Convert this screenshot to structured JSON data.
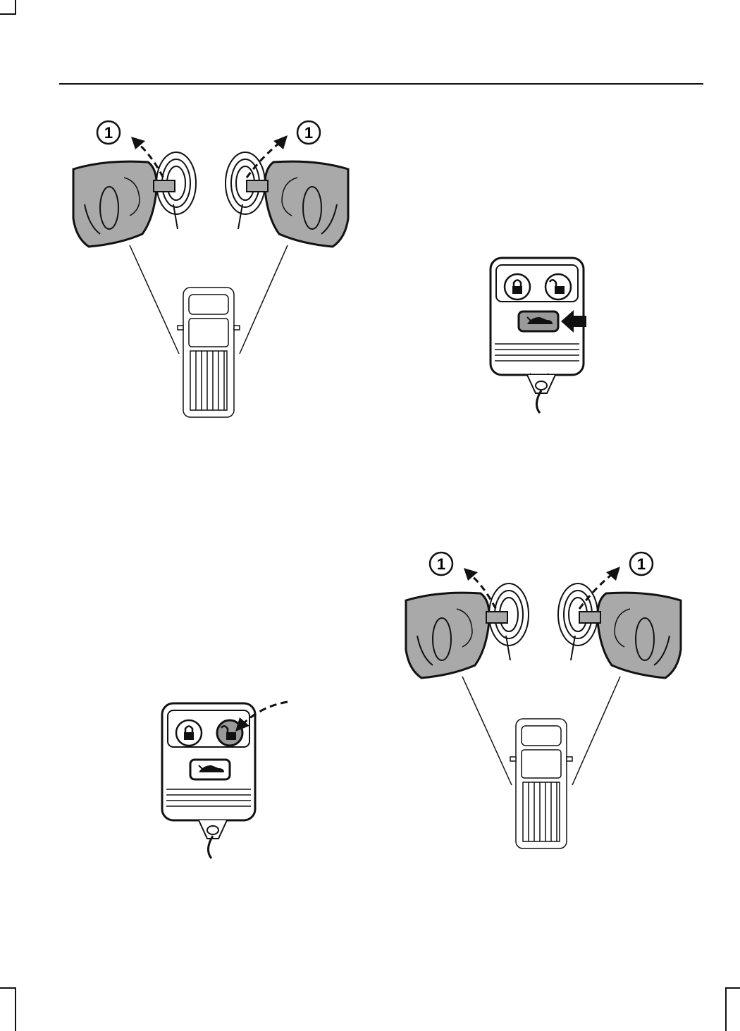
{
  "figures": {
    "top_left": {
      "callout_left": "1",
      "callout_right": "1"
    },
    "bottom_right": {
      "callout_left": "1",
      "callout_right": "1"
    }
  },
  "colors": {
    "key_fill": "#a9a9a9",
    "line": "#111111",
    "fob_button_active": "#9a9a9a"
  },
  "icons": [
    "ford-key-icon",
    "truck-top-view-icon",
    "remote-fob-icon",
    "lock-icon",
    "unlock-icon",
    "trunk-icon",
    "push-arrow-icon"
  ]
}
